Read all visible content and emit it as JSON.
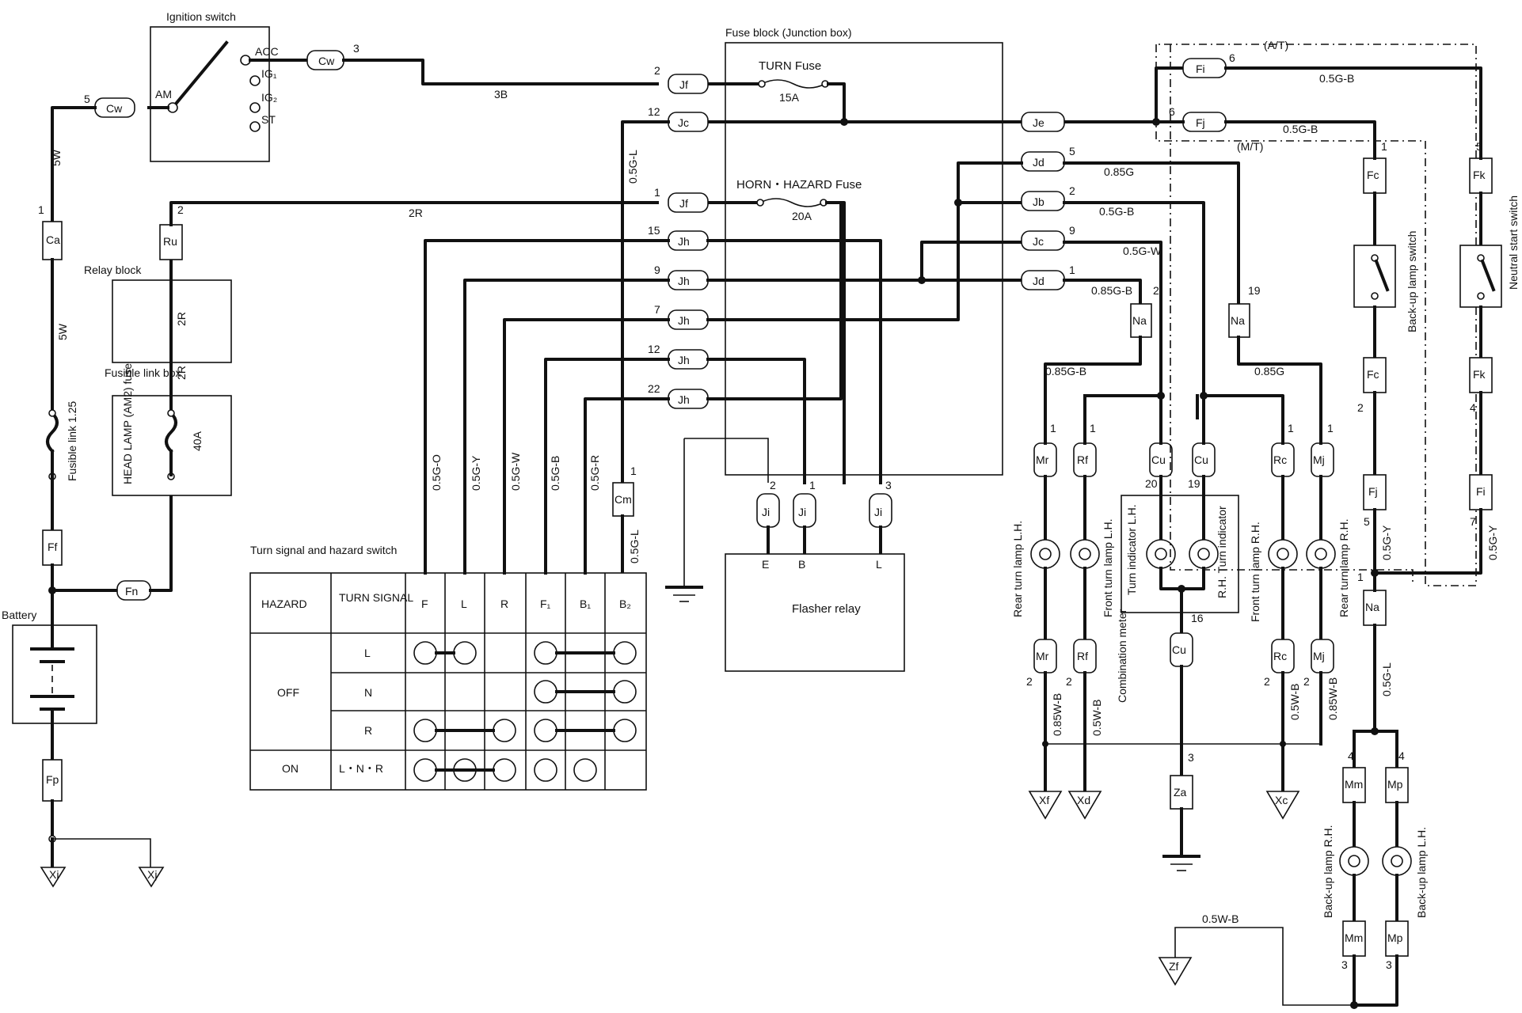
{
  "components": {
    "ignition_switch": {
      "title": "Ignition switch",
      "terminals": [
        "ACC",
        "IG₁",
        "IG₂",
        "ST",
        "AM"
      ]
    },
    "fuse_block": {
      "title": "Fuse block (Junction box)",
      "turn_fuse": "TURN Fuse",
      "turn_fuse_rating": "15A",
      "horn_fuse": "HORN・HAZARD Fuse",
      "horn_fuse_rating": "20A"
    },
    "relay_block": {
      "title": "Relay block"
    },
    "fusible_link_box": {
      "title": "Fusible link box",
      "fuse_name": "HEAD LAMP (AM2) fuse",
      "fuse_rating": "40A"
    },
    "fusible_link": {
      "label": "Fusible link 1.25"
    },
    "battery": {
      "label": "Battery"
    },
    "flasher_relay": {
      "label": "Flasher relay",
      "terminals": [
        "E",
        "B",
        "L"
      ]
    },
    "combination_meter": {
      "label": "Combination meter",
      "lh": "Turn indicator L.H.",
      "rh": "R.H. Turn indicator"
    },
    "lamps": {
      "rear_lh": "Rear turn lamp L.H.",
      "front_lh": "Front turn lamp L.H.",
      "front_rh": "Front turn lamp R.H.",
      "rear_rh": "Rear turn lamp R.H.",
      "backup_rh": "Back-up lamp R.H.",
      "backup_lh": "Back-up lamp L.H."
    },
    "switches": {
      "backup": "Back-up lamp switch",
      "neutral": "Neutral start switch"
    },
    "transmission": {
      "at": "(A/T)",
      "mt": "(M/T)"
    }
  },
  "connectors": [
    "Cw",
    "Ca",
    "Ru",
    "Ff",
    "Fn",
    "Fp",
    "Xi",
    "Xj",
    "Jf",
    "Jc",
    "Jh",
    "Je",
    "Jd",
    "Jb",
    "Ji",
    "Cm",
    "Na",
    "Mr",
    "Rf",
    "Cu",
    "Rc",
    "Mj",
    "Xf",
    "Xd",
    "Za",
    "Xc",
    "Fi",
    "Fj",
    "Fc",
    "Fk",
    "Mm",
    "Mp",
    "Zf"
  ],
  "wire_colors": [
    "3B",
    "5W",
    "2R",
    "0.5G-L",
    "0.5G-O",
    "0.5G-Y",
    "0.5G-W",
    "0.5G-B",
    "0.5G-R",
    "0.85G",
    "0.85G-B",
    "0.85W-B",
    "0.5W-B"
  ],
  "switch_table": {
    "title": "Turn signal and hazard switch",
    "headers": [
      "HAZARD",
      "TURN SIGNAL",
      "F",
      "L",
      "R",
      "F₁",
      "B₁",
      "B₂"
    ],
    "rows": [
      {
        "hazard": "OFF",
        "turn": "L"
      },
      {
        "hazard": "",
        "turn": "N"
      },
      {
        "hazard": "",
        "turn": "R"
      },
      {
        "hazard": "ON",
        "turn": "L・N・R"
      }
    ]
  },
  "pins": {
    "cw_out": "3",
    "cw_in": "5",
    "ca": "1",
    "ru": "2",
    "jf_turn": "2",
    "jc": "12",
    "jf_hazard": "1",
    "jh": [
      "15",
      "9",
      "7",
      "12",
      "22"
    ],
    "je": "",
    "jd_a": "5",
    "jb": "2",
    "jc_r": "9",
    "jd_b": "1",
    "ji": [
      "2",
      "1",
      "3"
    ],
    "cm": "1",
    "na_left": "2",
    "na_mid": "19",
    "na_right": "1",
    "lamps_top": "1",
    "lamps_bottom": "2",
    "cu": [
      "20",
      "19",
      "16"
    ],
    "za": "3",
    "fi_top": "6",
    "fj_top": "6",
    "fc_top": "1",
    "fc_bot": "2",
    "fj_bot": "5",
    "fk_top": "5",
    "fk_bot": "4",
    "fi_bot": "7",
    "mm_top": "4",
    "mp_top": "4",
    "mm_bot": "3",
    "mp_bot": "3"
  }
}
